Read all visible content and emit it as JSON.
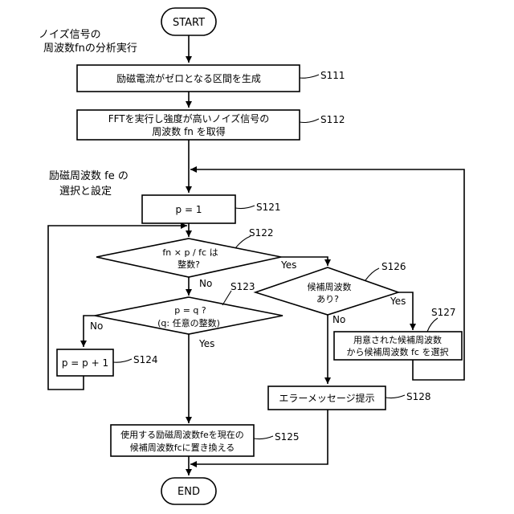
{
  "flowchart": {
    "terminals": {
      "start": "START",
      "end": "END"
    },
    "notes": {
      "noise_analysis": [
        "ノイズ信号の",
        "周波数fnの分析実行"
      ],
      "freq_selection": [
        "励磁周波数 fe の",
        "選択と設定"
      ]
    },
    "steps": {
      "s111": {
        "text": [
          "励磁電流がゼロとなる区間を生成"
        ],
        "id": "S111"
      },
      "s112": {
        "text": [
          "FFTを実行し強度が高いノイズ信号の",
          "周波数 fn を取得"
        ],
        "id": "S112"
      },
      "s121": {
        "text": [
          "p = 1"
        ],
        "id": "S121"
      },
      "s122": {
        "text": [
          "fn × p / fc は",
          "整数?"
        ],
        "id": "S122"
      },
      "s123": {
        "text": [
          "p = q  ?",
          "(q: 任意の整数)"
        ],
        "id": "S123"
      },
      "s124": {
        "text": [
          "p = p + 1"
        ],
        "id": "S124"
      },
      "s125": {
        "text": [
          "使用する励磁周波数feを現在の",
          "候補周波数fcに置き換える"
        ],
        "id": "S125"
      },
      "s126": {
        "text": [
          "候補周波数",
          "あり?"
        ],
        "id": "S126"
      },
      "s127": {
        "text": [
          "用意された候補周波数",
          "から候補周波数 fc を選択"
        ],
        "id": "S127"
      },
      "s128": {
        "text": [
          "エラーメッセージ提示"
        ],
        "id": "S128"
      }
    },
    "branch_labels": {
      "s122_yes": "Yes",
      "s122_no": "No",
      "s123_yes": "Yes",
      "s123_no": "No",
      "s126_yes": "Yes",
      "s126_no": "No"
    }
  }
}
